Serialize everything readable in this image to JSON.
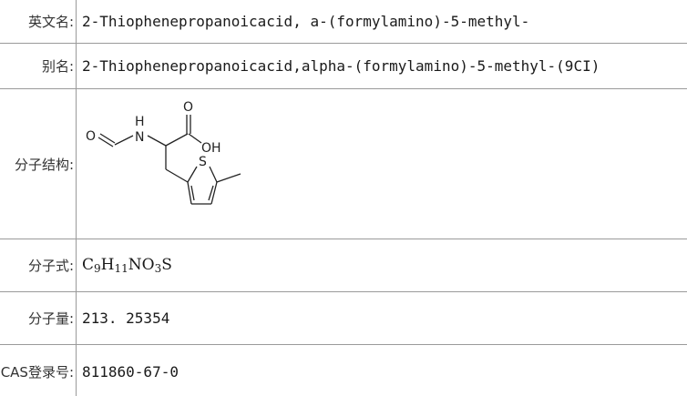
{
  "rows": {
    "english_name": {
      "label": "英文名:",
      "value": "2-Thiophenepropanoicacid, a-(formylamino)-5-methyl-"
    },
    "alias": {
      "label": "别名:",
      "value": "2-Thiophenepropanoicacid,alpha-(formylamino)-5-methyl-(9CI)"
    },
    "structure": {
      "label": "分子结构:",
      "atoms": {
        "o_aldehyde": "O",
        "n_h": "H",
        "n": "N",
        "o_acid": "O",
        "oh": "OH",
        "s": "S"
      }
    },
    "formula": {
      "label": "分子式:",
      "c": "C",
      "c_count": "9",
      "h": "H",
      "h_count": "11",
      "n": "N",
      "o": "O",
      "o_count": "3",
      "s": "S"
    },
    "mass": {
      "label": "分子量:",
      "value": "213. 25354"
    },
    "cas": {
      "label": "CAS登录号:",
      "value": "811860-67-0"
    }
  }
}
